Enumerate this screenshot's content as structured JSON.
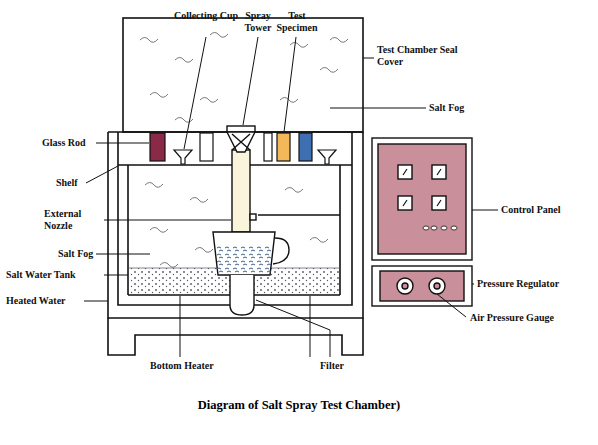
{
  "diagram": {
    "caption": "Diagram of Salt Spray Test Chamber)",
    "labels": [
      "Collecting Cup",
      "Spray Tower",
      "Test Specimen",
      "Test Chamber Seal Cover",
      "Salt Fog",
      "Glass Rod",
      "Shelf",
      "Control Panel",
      "External Nozzle",
      "Salt Fog",
      "Salt Water Tank",
      "Pressure Regulator",
      "Heated Water",
      "Air Pressure Gauge",
      "Bottom Heater",
      "Filter"
    ]
  }
}
